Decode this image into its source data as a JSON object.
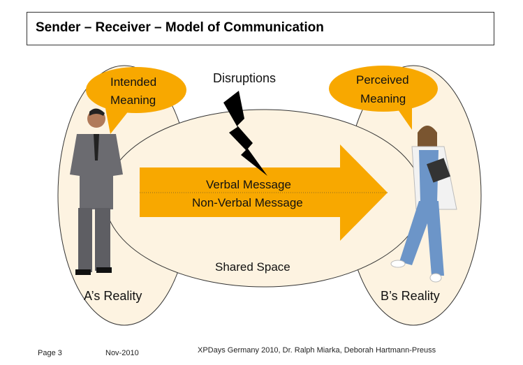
{
  "title": "Sender – Receiver – Model of Communication",
  "labels": {
    "disruptions": "Disruptions",
    "intended_line1": "Intended",
    "intended_line2": "Meaning",
    "perceived_line1": "Perceived",
    "perceived_line2": "Meaning",
    "verbal": "Verbal Message",
    "nonverbal": "Non-Verbal Message",
    "shared_space": "Shared Space",
    "a_reality": "A’s Reality",
    "b_reality": "B’s Reality"
  },
  "footer": {
    "page": "Page 3",
    "date": "Nov-2010",
    "credit": "XPDays Germany 2010, Dr. Ralph Miarka, Deborah Hartmann-Preuss"
  },
  "colors": {
    "orange": "#f8a800",
    "cream": "#fdf3e1",
    "outline": "#333333"
  }
}
